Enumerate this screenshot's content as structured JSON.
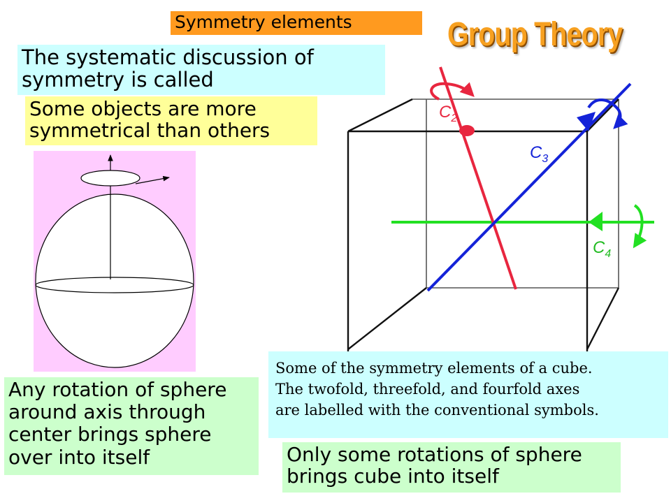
{
  "header": {
    "symmetry_title": "Symmetry  elements",
    "brand_title": "Group Theory"
  },
  "intro": {
    "line1": "The systematic  discussion  of",
    "line2": "symmetry  is   called"
  },
  "objects": {
    "line1": "Some objects are more",
    "line2": "symmetrical than others"
  },
  "sphere_note": {
    "line1": "Any rotation of sphere",
    "line2": "around axis through",
    "line3": "center brings sphere",
    "line4": "over into itself"
  },
  "cube_caption": {
    "line1": "Some of the symmetry elements of a cube.",
    "line2": "The twofold, threefold, and fourfold axes",
    "line3": "are labelled with the conventional symbols."
  },
  "cube_rotation_note": {
    "line1": "Only some rotations of sphere",
    "line2": "brings cube into itself"
  },
  "diagram": {
    "c2_label": "C",
    "c2_sub": "2",
    "c3_label": "C",
    "c3_sub": "3",
    "c4_label": "C",
    "c4_sub": "4"
  },
  "colors": {
    "title_bg": "#ff9a1f",
    "intro_bg": "#ccffff",
    "objects_bg": "#ffff99",
    "note_bg": "#ccffcc",
    "sphere_panel_bg": "#ffccff",
    "c2_axis": "#e8263f",
    "c3_axis": "#1423d8",
    "c4_axis": "#22e022",
    "brand_title": "#f7a020"
  }
}
